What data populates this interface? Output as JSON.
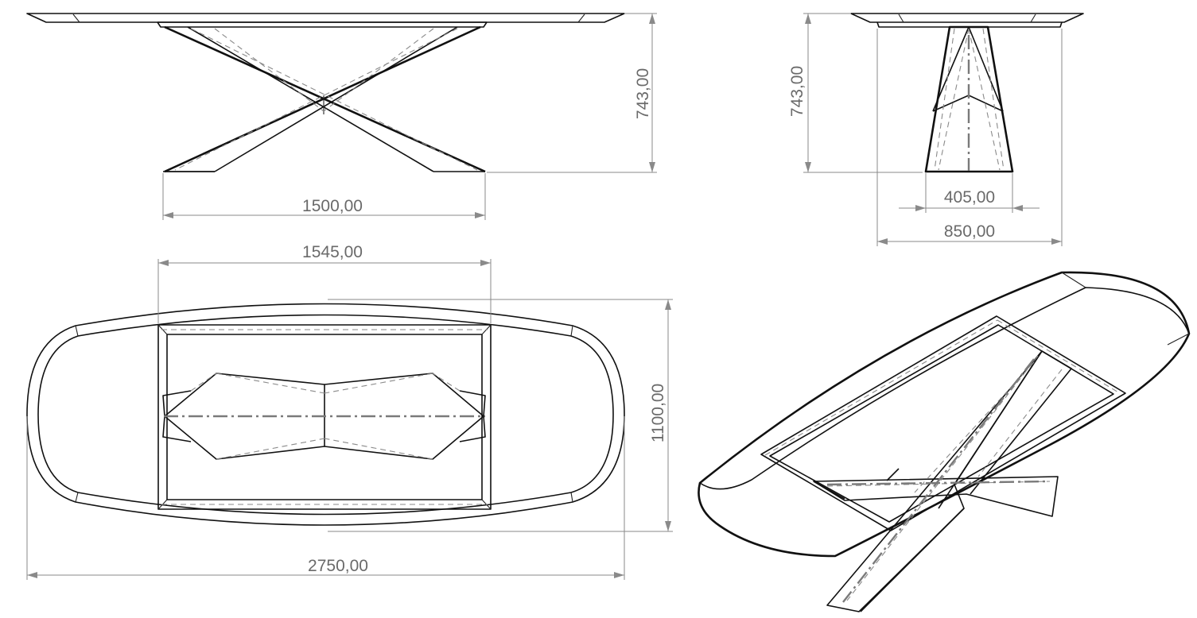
{
  "dimensions": {
    "front_height": "743,00",
    "front_width": "1500,00",
    "side_height": "743,00",
    "side_base_width": "405,00",
    "side_top_width": "850,00",
    "top_inner_width": "1545,00",
    "top_depth": "1100,00",
    "top_length": "2750,00"
  }
}
